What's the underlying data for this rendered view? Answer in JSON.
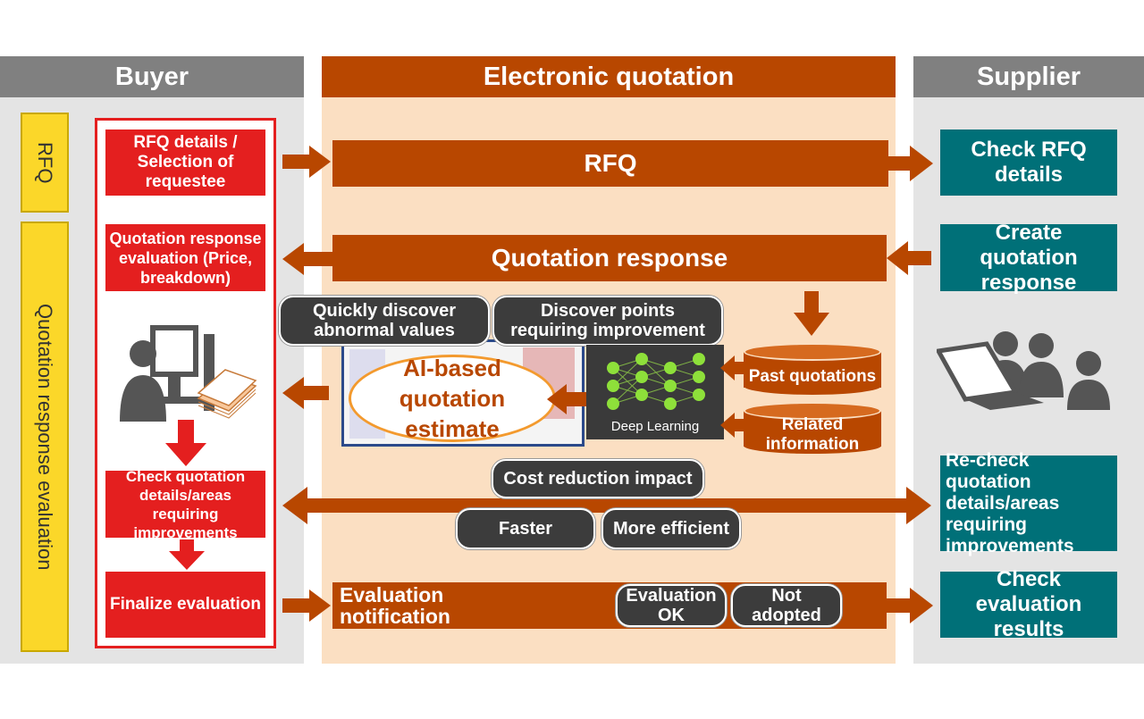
{
  "lanes": {
    "buyer": "Buyer",
    "electronic": "Electronic quotation",
    "supplier": "Supplier"
  },
  "phases": {
    "rfq": "RFQ",
    "evaluation": "Quotation response evaluation"
  },
  "buyer_steps": {
    "rfq_details": "RFQ details / Selection of requestee",
    "response_evaluation": "Quotation response evaluation (Price, breakdown)",
    "check_details": "Check quotation details/areas requiring improvements",
    "finalize": "Finalize evaluation"
  },
  "center": {
    "rfq_bar": "RFQ",
    "response_bar": "Quotation response",
    "ai_estimate": "AI-based quotation estimate",
    "deep_learning": "Deep Learning",
    "past_quotations": "Past quotations",
    "related_information": "Related information",
    "evaluation_notification": "Evaluation notification"
  },
  "pills": {
    "abnormal": "Quickly discover abnormal values",
    "improvement": "Discover points requiring improvement",
    "cost": "Cost reduction impact",
    "faster": "Faster",
    "efficient": "More efficient",
    "eval_ok": "Evaluation OK",
    "not_adopted": "Not adopted"
  },
  "supplier_steps": {
    "check_rfq": "Check RFQ details",
    "create_response": "Create quotation response",
    "recheck": "Re-check quotation details/areas requiring improvements",
    "check_results": "Check evaluation results"
  },
  "colors": {
    "buyer_red": "#e41f1f",
    "center_orange": "#b84700",
    "supplier_teal": "#007078",
    "phase_yellow": "#fbd729"
  }
}
